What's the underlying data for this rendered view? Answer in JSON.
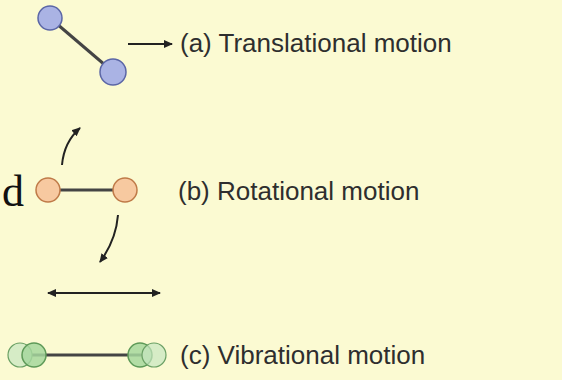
{
  "diagram": {
    "labels": [
      "(a) Translational motion",
      "d",
      "(b) Rotational motion",
      "(c) Vibrational motion"
    ]
  }
}
